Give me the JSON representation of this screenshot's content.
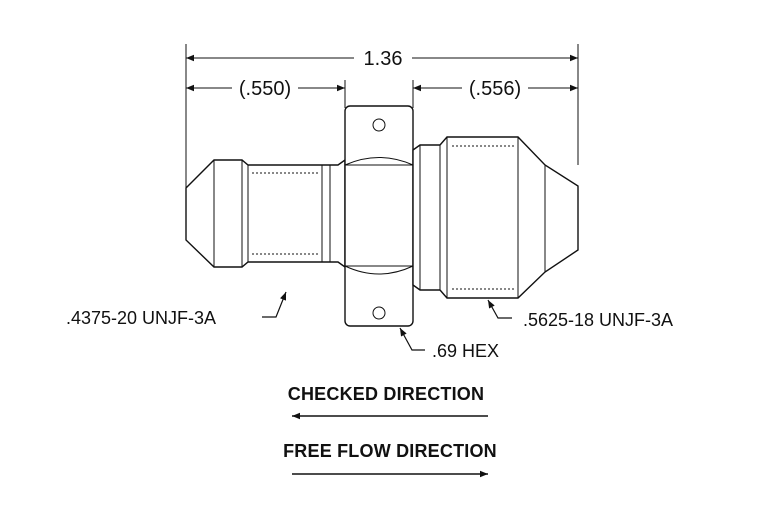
{
  "dimensions": {
    "overall_length": "1.36",
    "left_end": "(.550)",
    "right_end": "(.556)"
  },
  "callouts": {
    "left_thread": ".4375-20 UNJF-3A",
    "right_thread": ".5625-18 UNJF-3A",
    "hex": ".69 HEX"
  },
  "flow": {
    "checked_label": "CHECKED DIRECTION",
    "checked_arrow": "left",
    "free_label": "FREE FLOW DIRECTION",
    "free_arrow": "right"
  }
}
